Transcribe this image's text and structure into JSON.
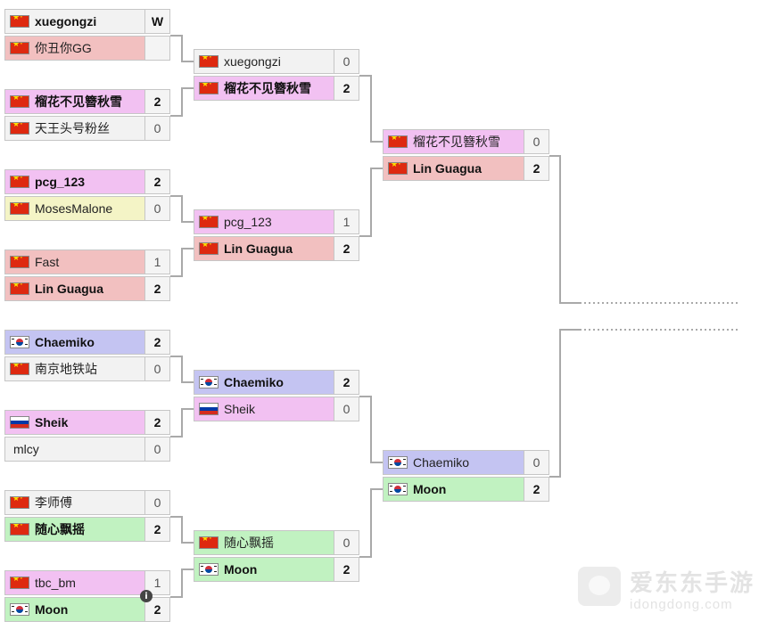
{
  "colors": {
    "winner_bg": "#f2c1f2",
    "pink": "#f2c1f2",
    "salmon": "#f2c0c0",
    "yellow": "#f4f4c6",
    "lavender": "#c4c4f2",
    "green": "#c1f2c1",
    "gray": "#f2f2f2",
    "connector": "#a9a9a9"
  },
  "rounds": [
    {
      "name": "round-1",
      "matches": [
        {
          "rows": [
            {
              "flag": "cn",
              "name": "xuegongzi",
              "score": "W",
              "win": true,
              "bg": "gray"
            },
            {
              "flag": "cn",
              "name": "你丑你GG",
              "score": "",
              "win": false,
              "bg": "salmon"
            }
          ]
        },
        {
          "rows": [
            {
              "flag": "cn",
              "name": "榴花不见簪秋雪",
              "score": "2",
              "win": true,
              "bg": "pink"
            },
            {
              "flag": "cn",
              "name": "天王头号粉丝",
              "score": "0",
              "win": false,
              "bg": "gray"
            }
          ]
        },
        {
          "rows": [
            {
              "flag": "cn",
              "name": "pcg_123",
              "score": "2",
              "win": true,
              "bg": "pink"
            },
            {
              "flag": "cn",
              "name": "MosesMalone",
              "score": "0",
              "win": false,
              "bg": "yellow"
            }
          ]
        },
        {
          "rows": [
            {
              "flag": "cn",
              "name": "Fast",
              "score": "1",
              "win": false,
              "bg": "salmon"
            },
            {
              "flag": "cn",
              "name": "Lin Guagua",
              "score": "2",
              "win": true,
              "bg": "salmon"
            }
          ]
        },
        {
          "rows": [
            {
              "flag": "kr",
              "name": "Chaemiko",
              "score": "2",
              "win": true,
              "bg": "lavender"
            },
            {
              "flag": "cn",
              "name": "南京地铁站",
              "score": "0",
              "win": false,
              "bg": "gray"
            }
          ]
        },
        {
          "rows": [
            {
              "flag": "ru",
              "name": "Sheik",
              "score": "2",
              "win": true,
              "bg": "pink"
            },
            {
              "flag": "",
              "name": "mlcy",
              "score": "0",
              "win": false,
              "bg": "gray"
            }
          ]
        },
        {
          "rows": [
            {
              "flag": "cn",
              "name": "李师傅",
              "score": "0",
              "win": false,
              "bg": "gray"
            },
            {
              "flag": "cn",
              "name": "随心飘摇",
              "score": "2",
              "win": true,
              "bg": "green"
            }
          ]
        },
        {
          "rows": [
            {
              "flag": "cn",
              "name": "tbc_bm",
              "score": "1",
              "win": false,
              "bg": "pink"
            },
            {
              "flag": "kr",
              "name": "Moon",
              "score": "2",
              "win": true,
              "bg": "green"
            }
          ],
          "info": true
        }
      ]
    },
    {
      "name": "round-2",
      "matches": [
        {
          "rows": [
            {
              "flag": "cn",
              "name": "xuegongzi",
              "score": "0",
              "win": false,
              "bg": "gray"
            },
            {
              "flag": "cn",
              "name": "榴花不见簪秋雪",
              "score": "2",
              "win": true,
              "bg": "pink"
            }
          ]
        },
        {
          "rows": [
            {
              "flag": "cn",
              "name": "pcg_123",
              "score": "1",
              "win": false,
              "bg": "pink"
            },
            {
              "flag": "cn",
              "name": "Lin Guagua",
              "score": "2",
              "win": true,
              "bg": "salmon"
            }
          ]
        },
        {
          "rows": [
            {
              "flag": "kr",
              "name": "Chaemiko",
              "score": "2",
              "win": true,
              "bg": "lavender"
            },
            {
              "flag": "ru",
              "name": "Sheik",
              "score": "0",
              "win": false,
              "bg": "pink"
            }
          ]
        },
        {
          "rows": [
            {
              "flag": "cn",
              "name": "随心飘摇",
              "score": "0",
              "win": false,
              "bg": "green"
            },
            {
              "flag": "kr",
              "name": "Moon",
              "score": "2",
              "win": true,
              "bg": "green"
            }
          ]
        }
      ]
    },
    {
      "name": "round-3",
      "matches": [
        {
          "rows": [
            {
              "flag": "cn",
              "name": "榴花不见簪秋雪",
              "score": "0",
              "win": false,
              "bg": "pink"
            },
            {
              "flag": "cn",
              "name": "Lin Guagua",
              "score": "2",
              "win": true,
              "bg": "salmon"
            }
          ]
        },
        {
          "rows": [
            {
              "flag": "kr",
              "name": "Chaemiko",
              "score": "0",
              "win": false,
              "bg": "lavender"
            },
            {
              "flag": "kr",
              "name": "Moon",
              "score": "2",
              "win": true,
              "bg": "green"
            }
          ]
        }
      ]
    }
  ],
  "watermark": {
    "text_cn": "爱东东手游",
    "url": "idongdong.com"
  }
}
